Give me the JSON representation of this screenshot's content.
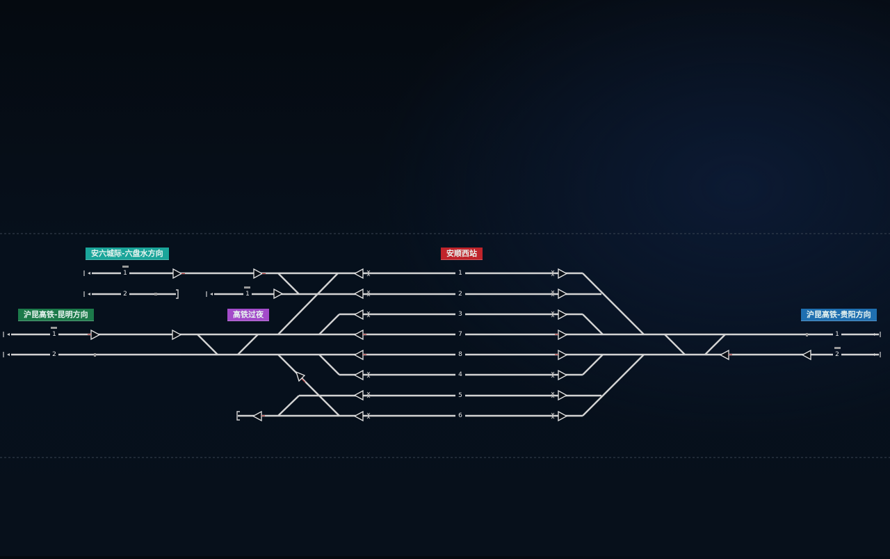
{
  "labels": {
    "anliu": {
      "text": "安六城际-六盘水方向",
      "color": "#1aa59a"
    },
    "kunming": {
      "text": "沪昆高铁-昆明方向",
      "color": "#1c7a4a"
    },
    "overnight": {
      "text": "高铁过夜",
      "color": "#a34bc9"
    },
    "station": {
      "text": "安顺西站",
      "color": "#c0242b"
    },
    "guiyang": {
      "text": "沪昆高铁-贵阳方向",
      "color": "#1f6fb0"
    }
  },
  "station_tracks": [
    "1",
    "2",
    "3",
    "7",
    "8",
    "4",
    "5",
    "6"
  ],
  "line_numbers": {
    "anliu_1": "1",
    "anliu_2": "2",
    "overnight_1": "1",
    "kunming_1": "1",
    "kunming_2": "2",
    "guiyang_1": "1",
    "guiyang_2": "2"
  }
}
